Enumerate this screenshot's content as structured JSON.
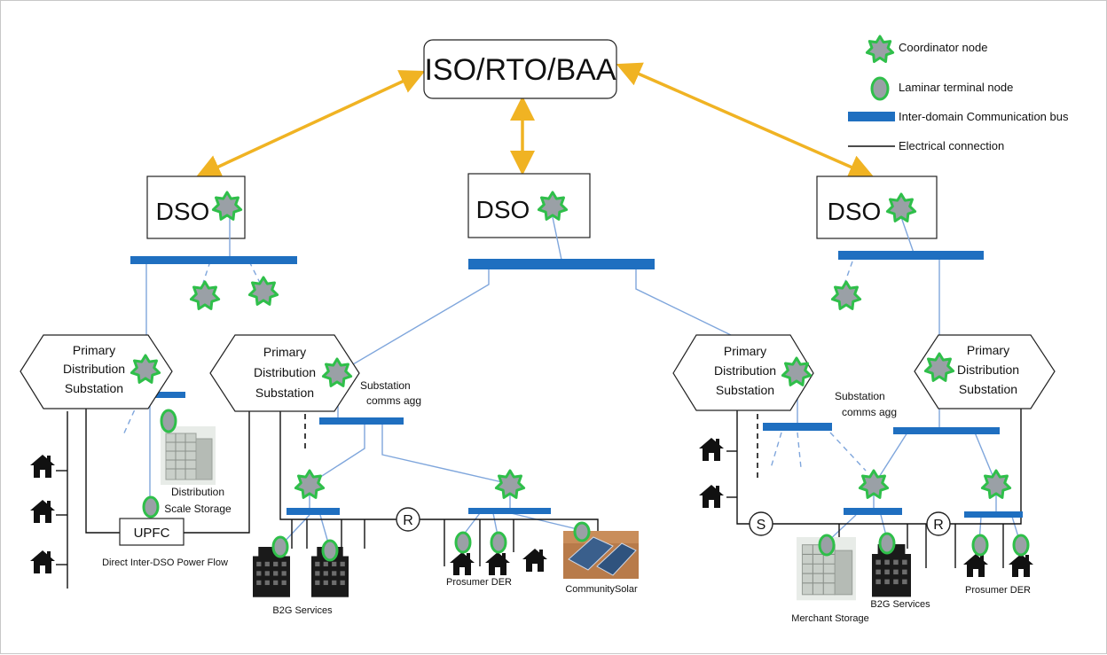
{
  "top": {
    "label": "ISO/RTO/BAA"
  },
  "dso": {
    "label": "DSO"
  },
  "legend": {
    "coordinator": "Coordinator node",
    "laminar": "Laminar terminal node",
    "bus": "Inter-domain Communication bus",
    "electrical": "Electrical connection"
  },
  "substation": {
    "line1": "Primary",
    "line2": "Distribution",
    "line3": "Substation"
  },
  "comms": {
    "line1": "Substation",
    "line2": "comms agg"
  },
  "labels": {
    "upfc": "UPFC",
    "inter_dso": "Direct Inter-DSO Power Flow",
    "dist_storage_1": "Distribution",
    "dist_storage_2": "Scale Storage",
    "b2g": "B2G Services",
    "prosumer": "Prosumer DER",
    "community_solar": "CommunitySolar",
    "merchant_storage": "Merchant Storage",
    "recloser": "R",
    "switch": "S"
  },
  "colors": {
    "arrow": "#f0b323",
    "bus": "#1f6fc0",
    "comm_line": "#7fa6dc",
    "node_fill": "#9aa0a6",
    "node_stroke": "#2fbf4a"
  }
}
